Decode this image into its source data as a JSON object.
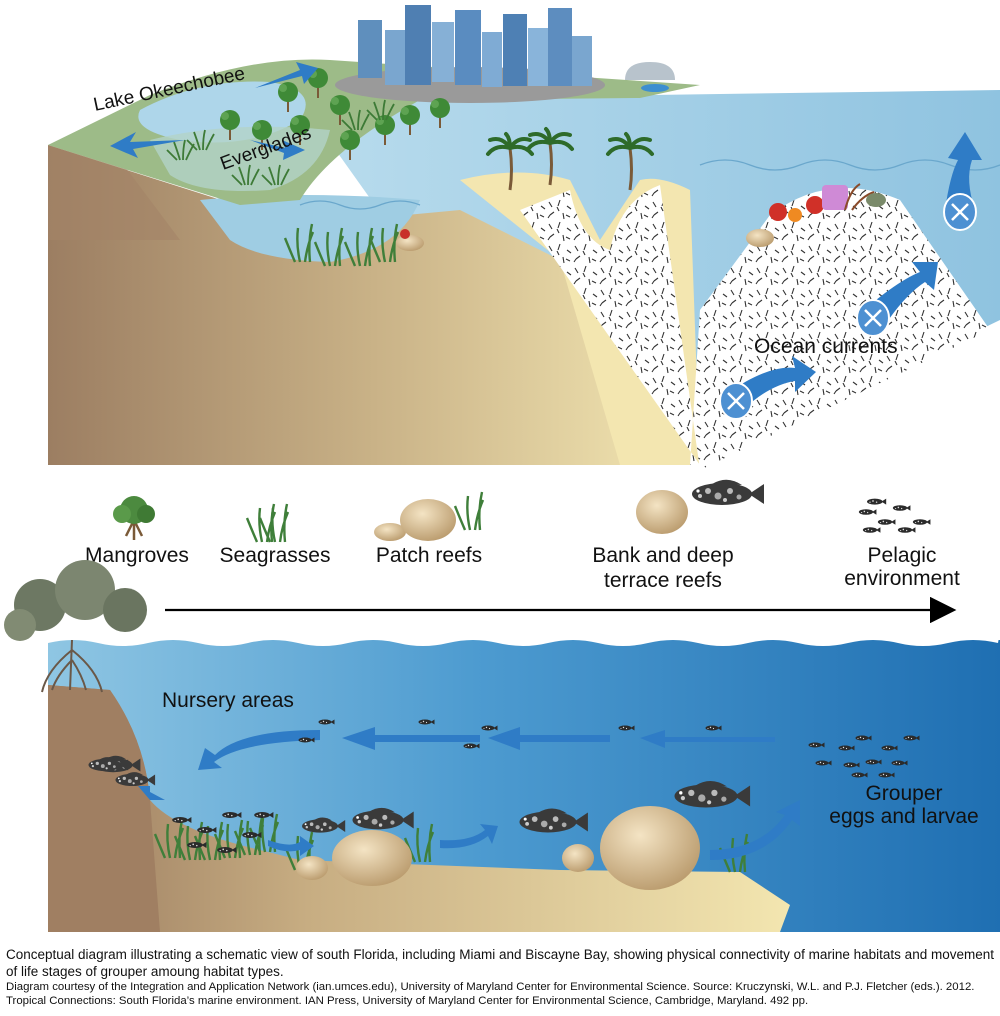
{
  "top_panel": {
    "lake_label": "Lake Okeechobee",
    "everglades_label": "Everglades",
    "ocean_currents_label": "Ocean currents"
  },
  "habitats": [
    {
      "label_lines": [
        "Mangroves"
      ],
      "icon": "mangrove-icon"
    },
    {
      "label_lines": [
        "Seagrasses"
      ],
      "icon": "seagrass-icon"
    },
    {
      "label_lines": [
        "Patch reefs"
      ],
      "icon": "patch-reef-icon"
    },
    {
      "label_lines": [
        "Bank and deep",
        "terrace reefs"
      ],
      "icon": "bank-reef-icon"
    },
    {
      "label_lines": [
        "Pelagic",
        "environment"
      ],
      "icon": "pelagic-fish-icon"
    }
  ],
  "bottom_panel": {
    "nursery_label": "Nursery areas",
    "grouper_label_lines": [
      "Grouper",
      "eggs and larvae"
    ]
  },
  "caption": {
    "main": "Conceptual diagram illustrating a schematic view of south Florida, including Miami and Biscayne Bay, showing physical connectivity of marine habitats and movement of life stages of grouper amoung habitat types.",
    "credit": "Diagram courtesy of the Integration and Application Network (ian.umces.edu), University of Maryland Center for Environmental Science. Source: Kruczynski, W.L. and P.J. Fletcher (eds.). 2012. Tropical Connections: South Florida’s marine environment. IAN Press, University of Maryland Center for Environmental Science, Cambridge, Maryland. 492 pp."
  },
  "colors": {
    "ocean_light": "#a9d2e6",
    "ocean_deep": "#2e7fbd",
    "arrow_blue": "#2f7cc6",
    "soil": "#a88a6c",
    "sand": "#f3e6b0",
    "land_green": "#9dbb88"
  }
}
